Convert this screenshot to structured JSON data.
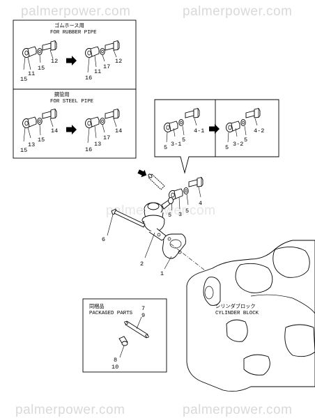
{
  "watermark": "palmerpower.com",
  "rubber_pipe": {
    "title_jp": "ゴムホース用",
    "title_en": "FOR RUBBER PIPE",
    "left_labels": [
      "12",
      "11",
      "15",
      "15"
    ],
    "right_labels": [
      "12",
      "17",
      "11",
      "16"
    ]
  },
  "steel_pipe": {
    "title_jp": "鋼管用",
    "title_en": "FOR STEEL PIPE",
    "left_labels": [
      "14",
      "13",
      "15",
      "15"
    ],
    "right_labels": [
      "14",
      "17",
      "13",
      "16"
    ]
  },
  "variant_box": {
    "left_labels": [
      "4-1",
      "5",
      "3-1",
      "5"
    ],
    "right_labels": [
      "4-2",
      "5",
      "3-2",
      "5"
    ]
  },
  "main_labels": {
    "p1": "1",
    "p2": "2",
    "p3": "3",
    "p4": "4",
    "p5a": "5",
    "p5b": "5",
    "p6": "6"
  },
  "packaged": {
    "title_jp": "同梱品",
    "title_en": "PACKAGED PARTS",
    "labels": [
      "7",
      "9",
      "8",
      "10"
    ]
  },
  "cylinder_block": {
    "label_jp": "シリンダブロック",
    "label_en": "CYLINDER BLOCK"
  }
}
